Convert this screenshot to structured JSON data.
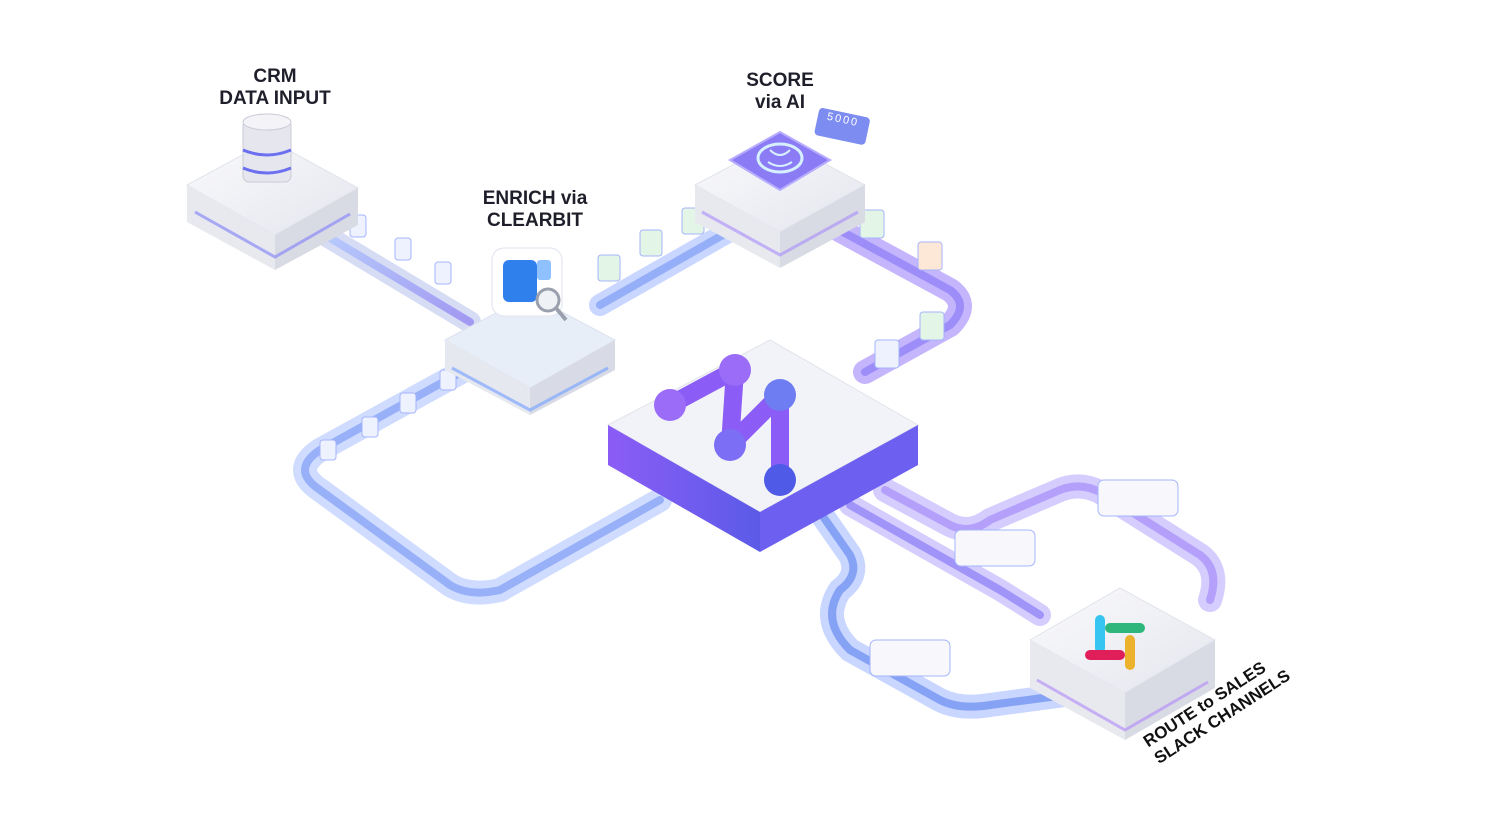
{
  "nodes": {
    "crm": {
      "line1": "CRM",
      "line2": "DATA INPUT",
      "icon": "database-icon"
    },
    "enrich": {
      "line1": "ENRICH via",
      "line2": "CLEARBIT",
      "icon": "clearbit-search-icon"
    },
    "score": {
      "line1": "SCORE",
      "line2": "via AI",
      "icon": "ai-brain-chip-icon",
      "badge": "5000"
    },
    "hub": {
      "icon": "workflow-hub-icon"
    },
    "slack": {
      "line1": "ROUTE to SALES",
      "line2": "SLACK CHANNELS",
      "icon": "slack-icon"
    }
  },
  "colors": {
    "pipe": "#7f9cf5",
    "accent": "#8b5cf6",
    "hub": "#7c3aed",
    "clearbit": "#2f80ed"
  }
}
